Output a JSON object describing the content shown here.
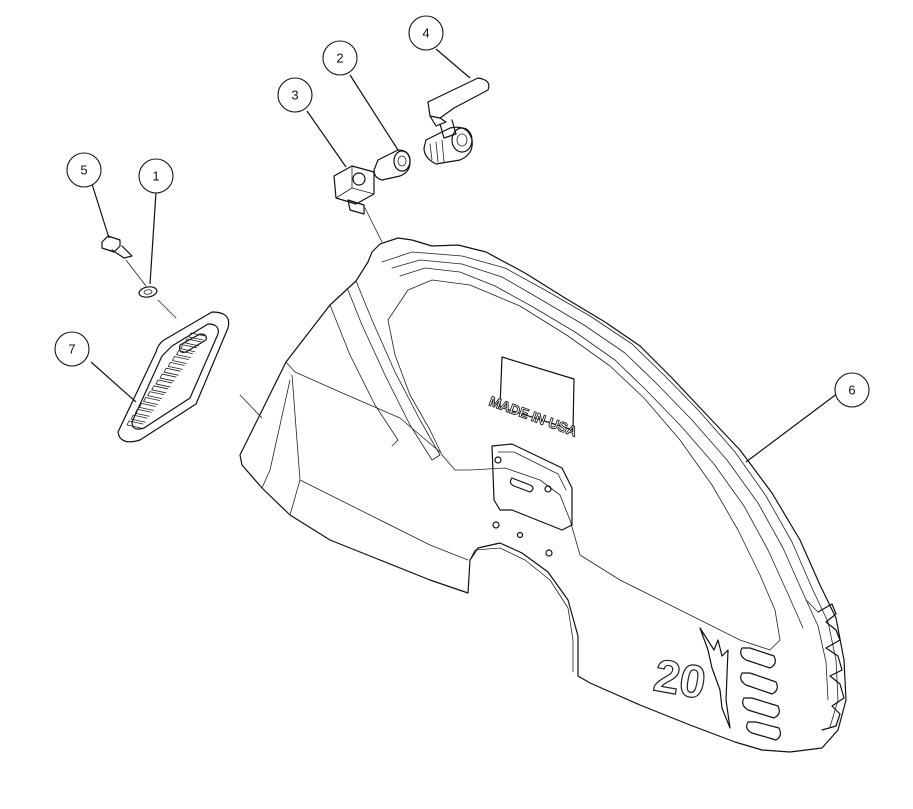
{
  "callouts": [
    {
      "id": "callout-1",
      "label": "1"
    },
    {
      "id": "callout-2",
      "label": "2"
    },
    {
      "id": "callout-3",
      "label": "3"
    },
    {
      "id": "callout-4",
      "label": "4"
    },
    {
      "id": "callout-5",
      "label": "5"
    },
    {
      "id": "callout-6",
      "label": "6"
    },
    {
      "id": "callout-7",
      "label": "7"
    }
  ],
  "guard": {
    "emboss_text": "MADE IN USA",
    "size_marking": "20"
  }
}
